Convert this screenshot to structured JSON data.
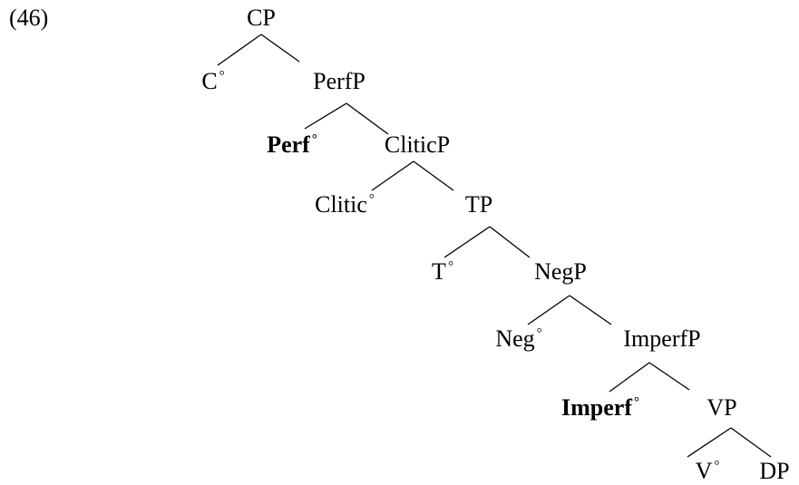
{
  "example_number": "(46)",
  "nodes": [
    {
      "id": "CP",
      "label": "CP",
      "bold": false,
      "degree": false
    },
    {
      "id": "C0",
      "label": "C",
      "bold": false,
      "degree": true
    },
    {
      "id": "PerfP",
      "label": "PerfP",
      "bold": false,
      "degree": false
    },
    {
      "id": "Perf0",
      "label": "Perf",
      "bold": true,
      "degree": true
    },
    {
      "id": "CliticP",
      "label": "CliticP",
      "bold": false,
      "degree": false
    },
    {
      "id": "Clitic0",
      "label": "Clitic",
      "bold": false,
      "degree": true
    },
    {
      "id": "TP",
      "label": "TP",
      "bold": false,
      "degree": false
    },
    {
      "id": "T0",
      "label": "T",
      "bold": false,
      "degree": true
    },
    {
      "id": "NegP",
      "label": "NegP",
      "bold": false,
      "degree": false
    },
    {
      "id": "Neg0",
      "label": "Neg",
      "bold": false,
      "degree": true
    },
    {
      "id": "ImperfP",
      "label": "ImperfP",
      "bold": false,
      "degree": false
    },
    {
      "id": "Imperf0",
      "label": "Imperf",
      "bold": true,
      "degree": true
    },
    {
      "id": "VP",
      "label": "VP",
      "bold": false,
      "degree": false
    },
    {
      "id": "V0",
      "label": "V",
      "bold": false,
      "degree": true
    },
    {
      "id": "DP",
      "label": "DP",
      "bold": false,
      "degree": false
    }
  ],
  "degree_symbol": "°",
  "edges": [
    [
      "CP",
      "C0"
    ],
    [
      "CP",
      "PerfP"
    ],
    [
      "PerfP",
      "Perf0"
    ],
    [
      "PerfP",
      "CliticP"
    ],
    [
      "CliticP",
      "Clitic0"
    ],
    [
      "CliticP",
      "TP"
    ],
    [
      "TP",
      "T0"
    ],
    [
      "TP",
      "NegP"
    ],
    [
      "NegP",
      "Neg0"
    ],
    [
      "NegP",
      "ImperfP"
    ],
    [
      "ImperfP",
      "Imperf0"
    ],
    [
      "ImperfP",
      "VP"
    ],
    [
      "VP",
      "V0"
    ],
    [
      "VP",
      "DP"
    ]
  ]
}
